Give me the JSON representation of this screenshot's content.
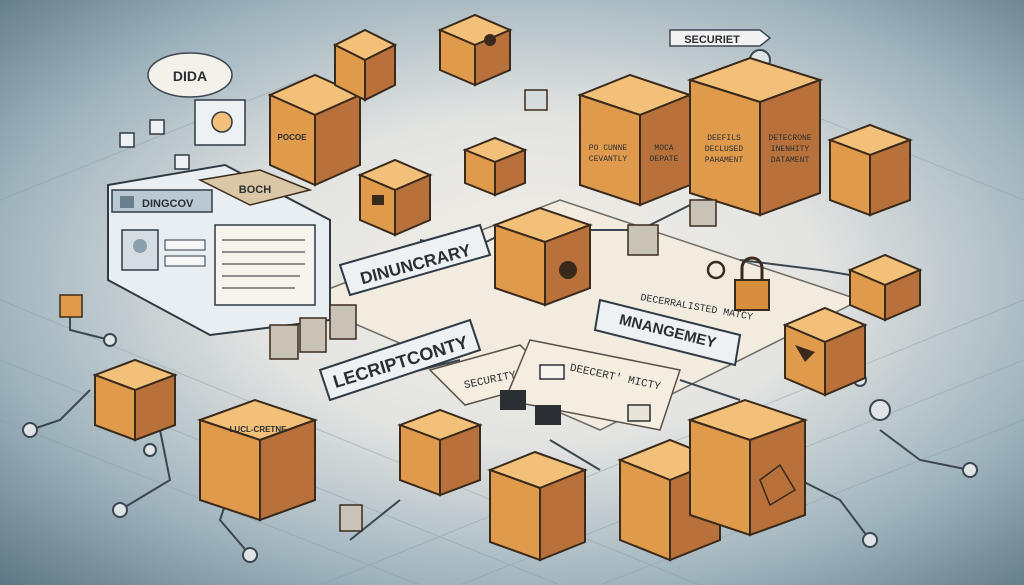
{
  "labels": {
    "dida": "DIDA",
    "secure_tag": "SECURIET",
    "dinocov": "DINGCOV",
    "boch": "BOCH",
    "dinuncrary": "DINUNCRARY",
    "lecripconty": "LECRIPTCONTY",
    "management": "MNANGEMEY",
    "decentralized": "DECERRALISTED MATCY",
    "security": "SECURITY",
    "decert": "DEECERT' MICTY",
    "box_left_top": "POCOE",
    "box_center_a": "PO CUNNE\nCEVANTLY",
    "box_center_b": "MOCA\nDEPATE",
    "box_right_a": "DEEFILS\nDECLUSED\nPAHAMENT",
    "box_right_b": "DETECRONE\nINENHITY\nDATAMENT",
    "box_bottom_left": "LUCL-CRETNE"
  },
  "colors": {
    "box_orange": "#e09a4c",
    "box_top": "#f2c079",
    "ink": "#2b2f33",
    "vignette": "#5e7784"
  },
  "icons": [
    "bitcoin-icon",
    "padlock-icon",
    "user-icon",
    "key-icon",
    "shield-icon",
    "envelope-icon",
    "lock-icon"
  ]
}
